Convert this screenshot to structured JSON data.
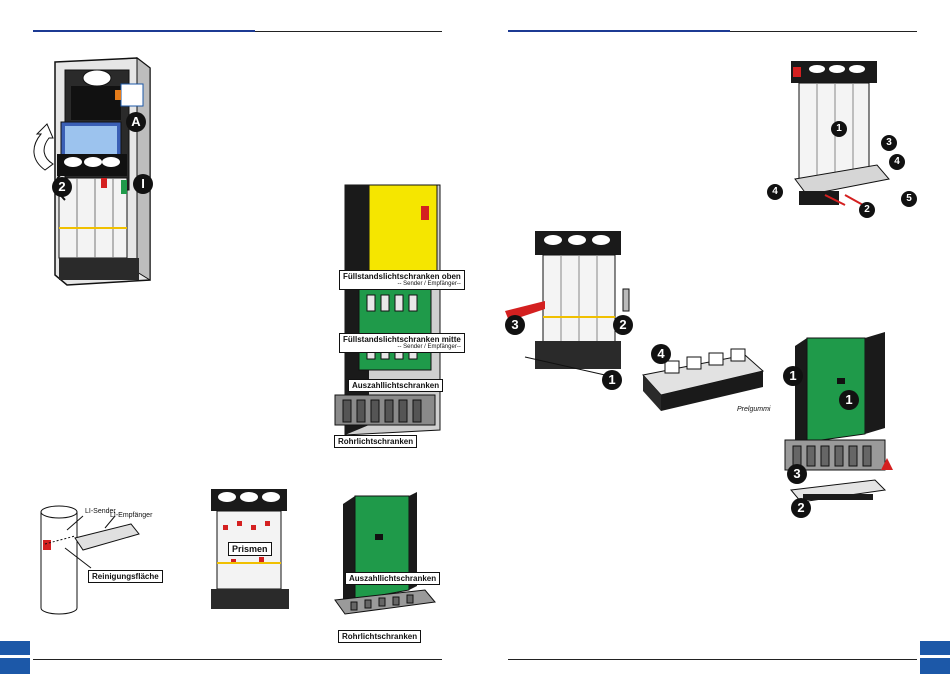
{
  "left_page": {
    "labels": {
      "fill_top": "Füllstandslichtschranken oben",
      "fill_top_sub": "-- Sender / Empfänger--",
      "fill_mid": "Füllstandslichtschranken mitte",
      "fill_mid_sub": "-- Sender / Empfänger--",
      "payout": "Auszahllichtschranken",
      "tube": "Rohrlichtschranken",
      "li_sender": "LI-Sender",
      "li_receiver": "LI-Empfänger",
      "clean_surface": "Reinigungsfläche",
      "prisms": "Prismen",
      "payout_2": "Auszahllichtschranken",
      "tube_2": "Rohrlichtschranken"
    },
    "callouts": {
      "a": "A",
      "two": "2",
      "one": "I"
    }
  },
  "right_page": {
    "callouts_top": [
      "1",
      "3",
      "4",
      "4",
      "5",
      "2"
    ],
    "callouts_mid": [
      "3",
      "2",
      "1",
      "4"
    ],
    "callouts_bottom": [
      "1",
      "1",
      "3",
      "2"
    ],
    "prelgummi": "Prelgummi"
  },
  "colors": {
    "accent_blue": "#1c3a93",
    "tab_blue": "#1c58a8",
    "pcb_green": "#1f9a4a",
    "yellow": "#f5e600",
    "red": "#d42020"
  }
}
